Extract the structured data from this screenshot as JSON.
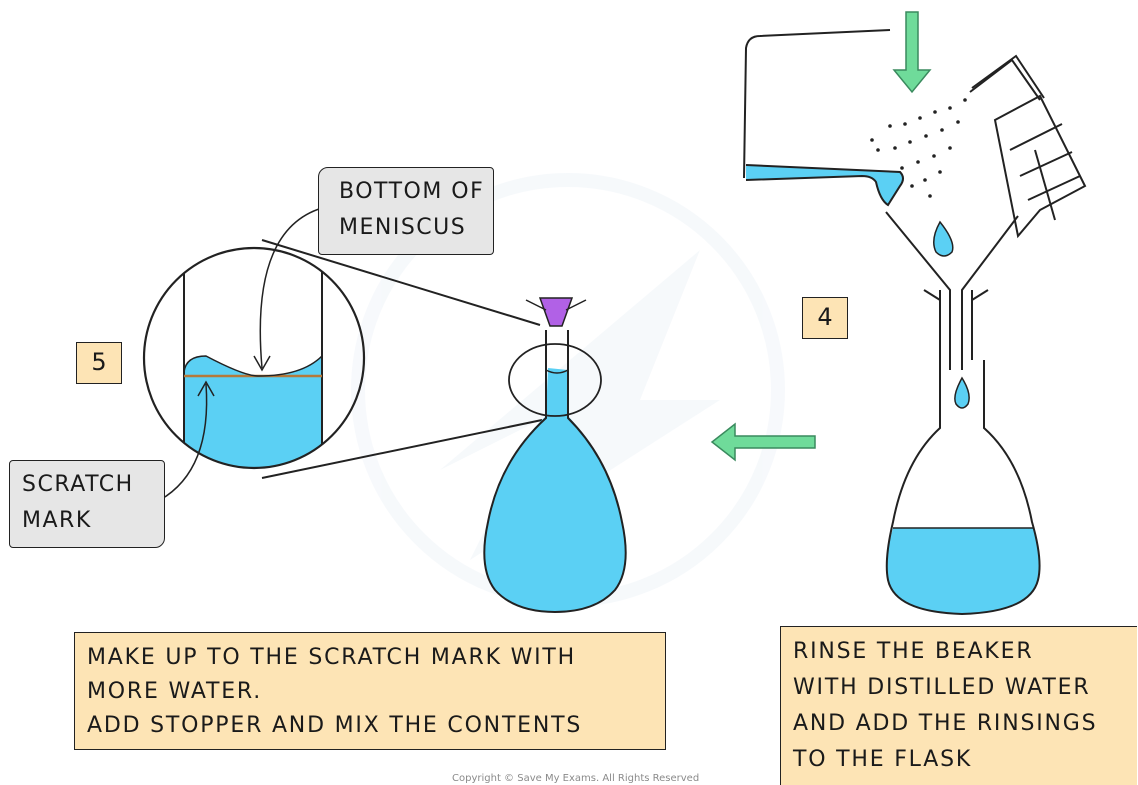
{
  "step_left": "5",
  "step_right": "4",
  "tag_meniscus": {
    "line1": "BOTTOM OF",
    "line2": "MENISCUS"
  },
  "tag_scratch": {
    "line1": "SCRATCH",
    "line2": "MARK"
  },
  "caption_left": {
    "line1": "MAKE UP TO THE SCRATCH MARK WITH",
    "line2": "MORE WATER.",
    "line3": "ADD STOPPER AND MIX THE CONTENTS"
  },
  "caption_right": {
    "line1": "RINSE THE BEAKER",
    "line2": "WITH DISTILLED WATER",
    "line3": "AND ADD THE RINSINGS",
    "line4": "TO THE FLASK"
  },
  "copyright": "Copyright © Save My Exams. All Rights Reserved",
  "colors": {
    "water": "#5bd0f4",
    "stopper": "#b161e6",
    "arrow": "#6fdb9a",
    "label_fill": "#fde4b5",
    "tag_fill": "#e6e6e6",
    "outline": "#222222"
  }
}
